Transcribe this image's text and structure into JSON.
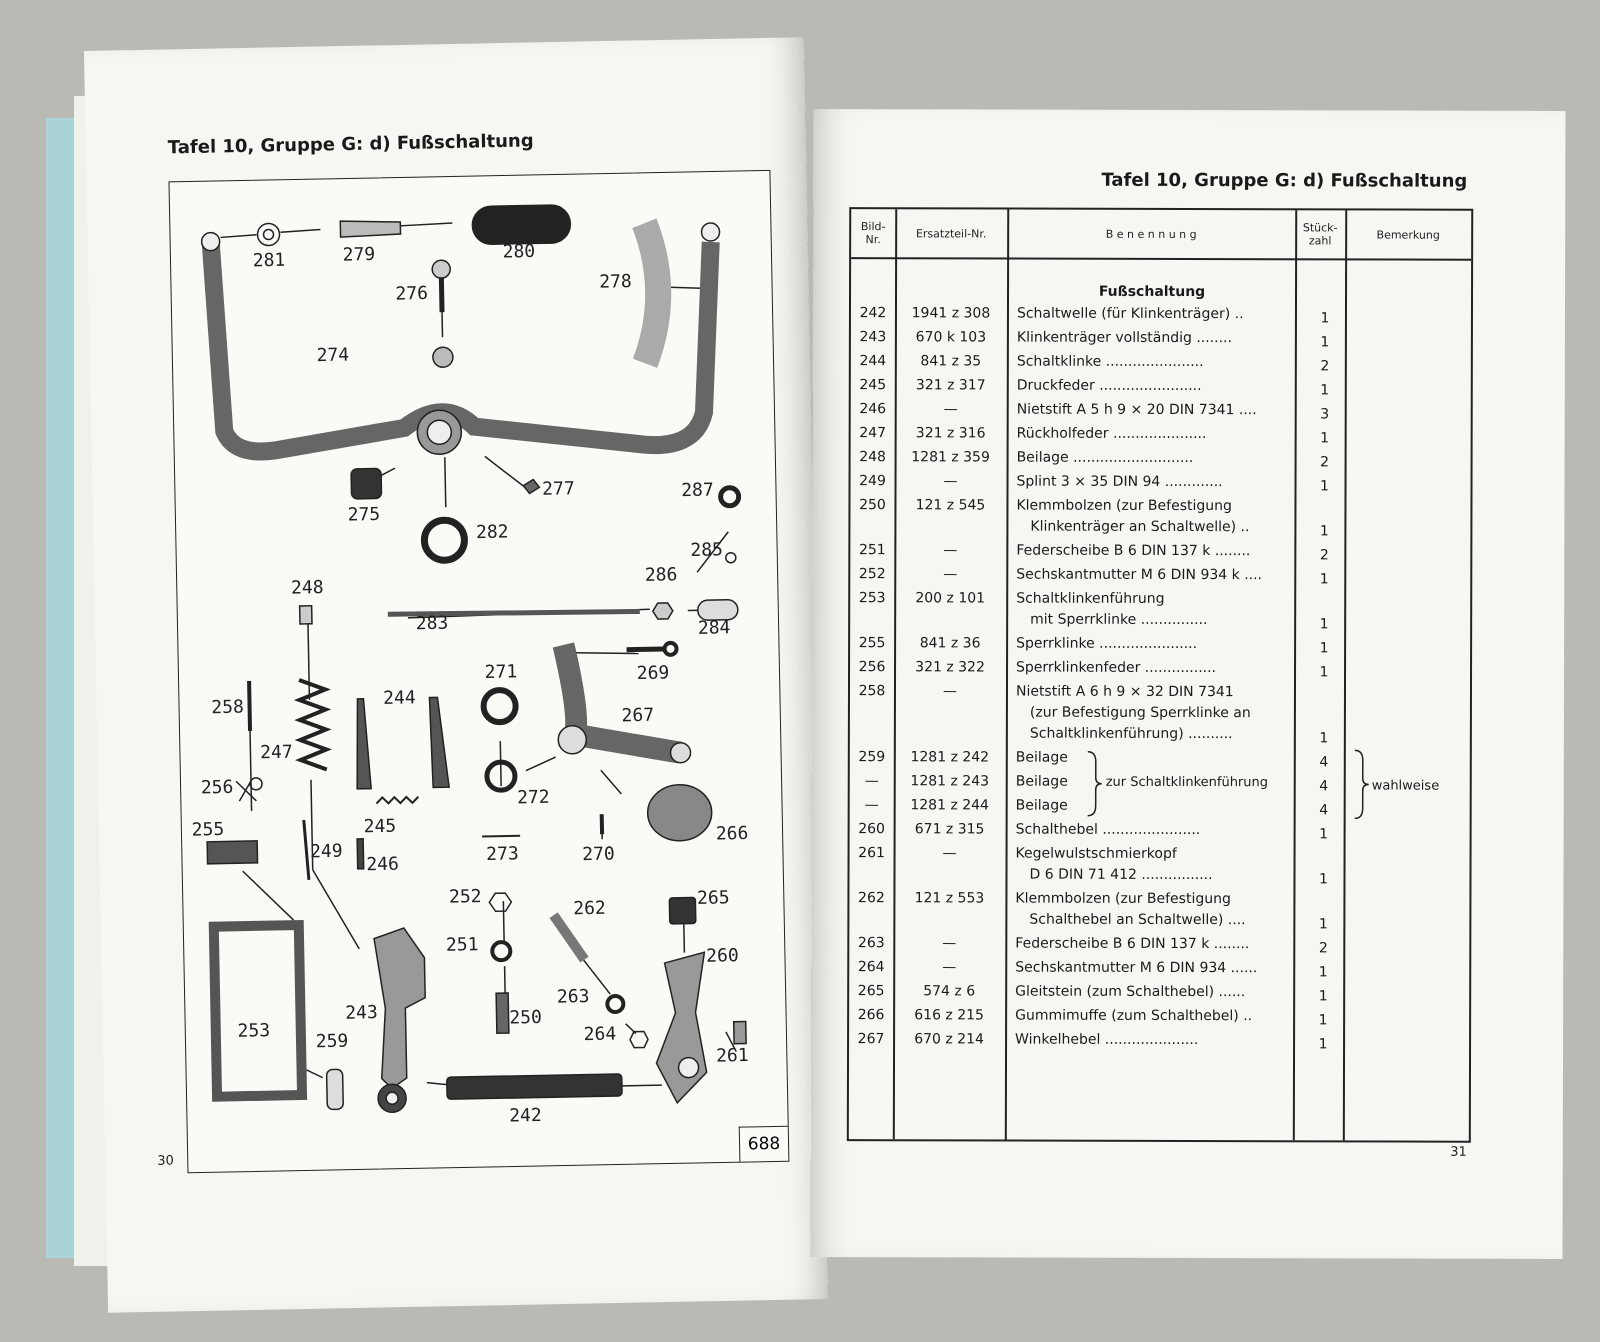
{
  "left_page": {
    "title": "Tafel 10, Gruppe G: d) Fußschaltung",
    "page_number": "30",
    "figure_number": "688",
    "part_labels": [
      "281",
      "279",
      "280",
      "276",
      "278",
      "274",
      "277",
      "275",
      "282",
      "287",
      "285",
      "286",
      "283",
      "284",
      "248",
      "271",
      "269",
      "244",
      "267",
      "258",
      "247",
      "256",
      "245",
      "272",
      "266",
      "255",
      "249",
      "246",
      "273",
      "270",
      "252",
      "262",
      "265",
      "251",
      "260",
      "263",
      "253",
      "243",
      "250",
      "264",
      "259",
      "261",
      "242"
    ]
  },
  "right_page": {
    "title": "Tafel 10, Gruppe G: d) Fußschaltung",
    "page_number": "31",
    "headers": {
      "bild": "Bild-\nNr.",
      "ersatzteil": "Ersatzteil-Nr.",
      "benennung": "B e n e n n u n g",
      "stueck": "Stück-\nzahl",
      "bemerkung": "Bemerkung"
    },
    "section_heading": "Fußschaltung",
    "rows": [
      {
        "bild": "242",
        "nr": "1941 z 308",
        "lines": [
          "Schaltwelle (für Klinkenträger) .."
        ],
        "stk": "1"
      },
      {
        "bild": "243",
        "nr": "670 k 103",
        "lines": [
          "Klinkenträger vollständig ........"
        ],
        "stk": "1"
      },
      {
        "bild": "244",
        "nr": "841 z 35",
        "lines": [
          "Schaltklinke ......................"
        ],
        "stk": "2"
      },
      {
        "bild": "245",
        "nr": "321 z 317",
        "lines": [
          "Druckfeder ......................."
        ],
        "stk": "1"
      },
      {
        "bild": "246",
        "nr": "—",
        "lines": [
          "Nietstift A 5 h 9 × 20 DIN 7341 ...."
        ],
        "stk": "3"
      },
      {
        "bild": "247",
        "nr": "321 z 316",
        "lines": [
          "Rückholfeder ....................."
        ],
        "stk": "1"
      },
      {
        "bild": "248",
        "nr": "1281 z 359",
        "lines": [
          "Beilage ..........................."
        ],
        "stk": "2"
      },
      {
        "bild": "249",
        "nr": "—",
        "lines": [
          "Splint 3 × 35 DIN 94 ............."
        ],
        "stk": "1"
      },
      {
        "bild": "250",
        "nr": "121 z 545",
        "lines": [
          "Klemmbolzen (zur Befestigung",
          "Klinkenträger an Schaltwelle) .."
        ],
        "stk": "1"
      },
      {
        "bild": "251",
        "nr": "—",
        "lines": [
          "Federscheibe B 6 DIN 137 k ........"
        ],
        "stk": "2"
      },
      {
        "bild": "252",
        "nr": "—",
        "lines": [
          "Sechskantmutter M 6 DIN 934 k ...."
        ],
        "stk": "1"
      },
      {
        "bild": "253",
        "nr": "200 z 101",
        "lines": [
          "Schaltklinkenführung",
          "mit Sperrklinke ..............."
        ],
        "stk": "1"
      },
      {
        "bild": "255",
        "nr": "841 z 36",
        "lines": [
          "Sperrklinke ......................"
        ],
        "stk": "1"
      },
      {
        "bild": "256",
        "nr": "321 z 322",
        "lines": [
          "Sperrklinkenfeder ................"
        ],
        "stk": "1"
      },
      {
        "bild": "258",
        "nr": "—",
        "lines": [
          "Nietstift A 6 h 9 × 32 DIN 7341",
          "(zur Befestigung Sperrklinke an",
          "Schaltklinkenführung) .........."
        ],
        "stk": "1"
      },
      {
        "bild": "259",
        "nr": "1281 z 242",
        "lines": [
          "Beilage"
        ],
        "stk": "4"
      },
      {
        "bild": "—",
        "nr": "1281 z 243",
        "lines": [
          "Beilage"
        ],
        "stk": "4"
      },
      {
        "bild": "—",
        "nr": "1281 z 244",
        "lines": [
          "Beilage"
        ],
        "stk": "4"
      },
      {
        "bild": "260",
        "nr": "671 z 315",
        "lines": [
          "Schalthebel ......................"
        ],
        "stk": "1"
      },
      {
        "bild": "261",
        "nr": "—",
        "lines": [
          "Kegelwulstschmierkopf",
          "D 6 DIN 71 412 ................"
        ],
        "stk": "1"
      },
      {
        "bild": "262",
        "nr": "121 z 553",
        "lines": [
          "Klemmbolzen (zur Befestigung",
          "Schalthebel an Schaltwelle) ...."
        ],
        "stk": "1"
      },
      {
        "bild": "263",
        "nr": "—",
        "lines": [
          "Federscheibe B 6 DIN 137 k ........"
        ],
        "stk": "2"
      },
      {
        "bild": "264",
        "nr": "—",
        "lines": [
          "Sechskantmutter M 6 DIN 934 ......"
        ],
        "stk": "1"
      },
      {
        "bild": "265",
        "nr": "574 z 6",
        "lines": [
          "Gleitstein (zum Schalthebel) ......"
        ],
        "stk": "1"
      },
      {
        "bild": "266",
        "nr": "616 z 215",
        "lines": [
          "Gummimuffe (zum Schalthebel) .."
        ],
        "stk": "1"
      },
      {
        "bild": "267",
        "nr": "670 z 214",
        "lines": [
          "Winkelhebel ....................."
        ],
        "stk": "1"
      }
    ],
    "brace_note": "zur Schaltklinkenführung",
    "remark": "wahlweise"
  }
}
